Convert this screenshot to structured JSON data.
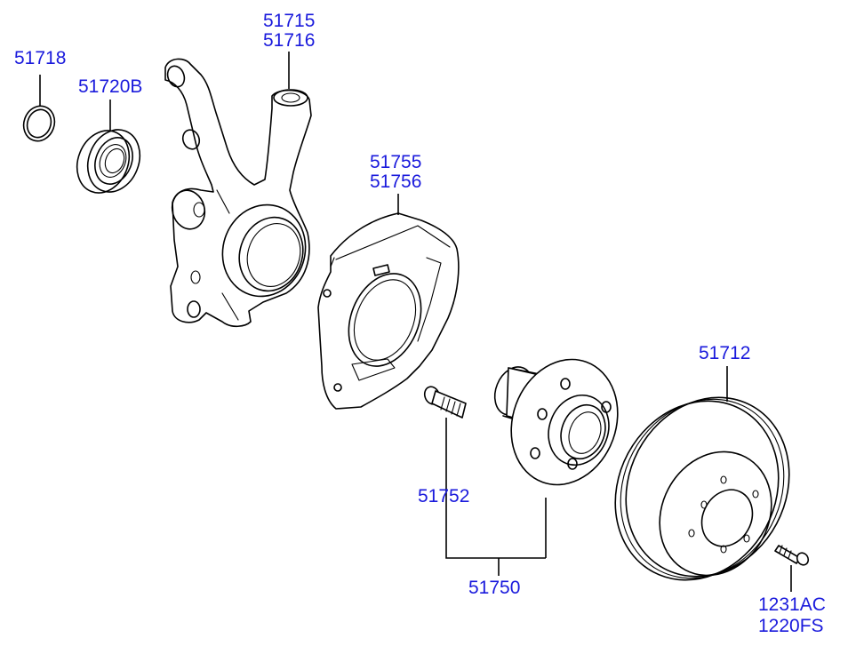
{
  "labels": {
    "snap_ring": "51718",
    "bearing": "51720B",
    "knuckle_lh": "51715",
    "knuckle_rh": "51716",
    "dust_cover_lh": "51755",
    "dust_cover_rh": "51756",
    "disc": "51712",
    "hub_bolt": "51752",
    "hub_assy": "51750",
    "screw_a": "1231AC",
    "screw_b": "1220FS"
  },
  "colors": {
    "label": "#1a1adc",
    "line": "#000000",
    "background": "#ffffff"
  }
}
